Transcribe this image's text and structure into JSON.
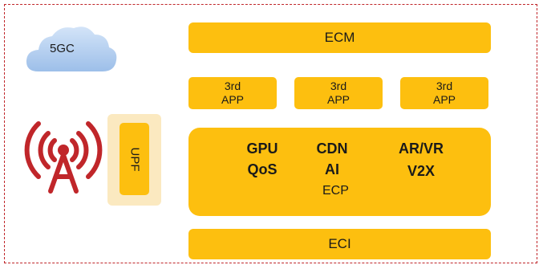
{
  "cloud": {
    "label": "5GC"
  },
  "ecm": {
    "label": "ECM"
  },
  "apps": [
    {
      "line1": "3rd",
      "line2": "APP"
    },
    {
      "line1": "3rd",
      "line2": "APP"
    },
    {
      "line1": "3rd",
      "line2": "APP"
    }
  ],
  "ecp": {
    "label": "ECP",
    "col1": [
      "GPU",
      "QoS"
    ],
    "col2": [
      "CDN",
      "AI"
    ],
    "col3": [
      "AR/VR",
      "V2X"
    ]
  },
  "upf": {
    "label": "UPF"
  },
  "eci": {
    "label": "ECI"
  },
  "colors": {
    "block": "#fdbf0f",
    "upf_background": "#fbe9c0",
    "frame_border": "#c0262a",
    "tower": "#c0262a",
    "cloud": "#a9c8ee"
  }
}
